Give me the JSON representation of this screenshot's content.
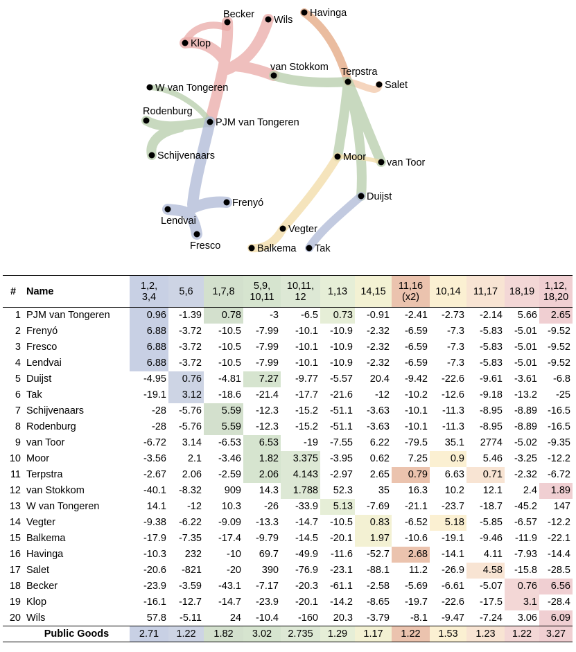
{
  "network": {
    "nodes": [
      {
        "id": "becker",
        "label": "Becker"
      },
      {
        "id": "wils",
        "label": "Wils"
      },
      {
        "id": "havinga",
        "label": "Havinga"
      },
      {
        "id": "klop",
        "label": "Klop"
      },
      {
        "id": "vanstokkom",
        "label": "van Stokkom"
      },
      {
        "id": "terpstra",
        "label": "Terpstra"
      },
      {
        "id": "salet",
        "label": "Salet"
      },
      {
        "id": "wvantongeren",
        "label": "W van Tongeren"
      },
      {
        "id": "rodenburg",
        "label": "Rodenburg"
      },
      {
        "id": "pjm",
        "label": "PJM van Tongeren"
      },
      {
        "id": "schijvenaars",
        "label": "Schijvenaars"
      },
      {
        "id": "moor",
        "label": "Moor"
      },
      {
        "id": "vantoor",
        "label": "van Toor"
      },
      {
        "id": "duijst",
        "label": "Duijst"
      },
      {
        "id": "frenyo",
        "label": "Frenyó"
      },
      {
        "id": "lendvai",
        "label": "Lendvai"
      },
      {
        "id": "fresco",
        "label": "Fresco"
      },
      {
        "id": "vegter",
        "label": "Vegter"
      },
      {
        "id": "balkema",
        "label": "Balkema"
      },
      {
        "id": "tak",
        "label": "Tak"
      }
    ],
    "colors": {
      "red": "#e9a9a7",
      "orange": "#e3a57f",
      "green": "#b5ccaa",
      "blue": "#aeb8d6",
      "yellow": "#f2dba6",
      "lightorange": "#f2c7a8"
    }
  },
  "table": {
    "header": {
      "rownum": "#",
      "name": "Name",
      "cols": [
        {
          "l1": "1,2,",
          "l2": "3,4",
          "color": "#c8d0e4"
        },
        {
          "l1": "5,6",
          "l2": "",
          "color": "#cdd4e4"
        },
        {
          "l1": "1,7,8",
          "l2": "",
          "color": "#d3e0cd"
        },
        {
          "l1": "5,9,",
          "l2": "10,11",
          "color": "#d6e4cf"
        },
        {
          "l1": "10,11,",
          "l2": "12",
          "color": "#dde8d5"
        },
        {
          "l1": "1,13",
          "l2": "",
          "color": "#e6eed7"
        },
        {
          "l1": "14,15",
          "l2": "",
          "color": "#f3f1d3"
        },
        {
          "l1": "11,16",
          "l2": "(x2)",
          "color": "#ebc3ae"
        },
        {
          "l1": "10,14",
          "l2": "",
          "color": "#fbf0d2"
        },
        {
          "l1": "11,17",
          "l2": "",
          "color": "#f8e4d3"
        },
        {
          "l1": "18,19",
          "l2": "",
          "color": "#f3d7d6"
        },
        {
          "l1": "1,12,",
          "l2": "18,20",
          "color": "#f0cfd2"
        }
      ]
    },
    "rows": [
      {
        "n": "1",
        "name": "PJM van Tongeren",
        "v": [
          "0.96",
          "-1.39",
          "0.78",
          "-3",
          "-6.5",
          "0.73",
          "-0.91",
          "-2.41",
          "-2.73",
          "-2.14",
          "5.66",
          "2.65"
        ],
        "hl": [
          0,
          2,
          5,
          11
        ]
      },
      {
        "n": "2",
        "name": "Frenyó",
        "v": [
          "6.88",
          "-3.72",
          "-10.5",
          "-7.99",
          "-10.1",
          "-10.9",
          "-2.32",
          "-6.59",
          "-7.3",
          "-5.83",
          "-5.01",
          "-9.52"
        ],
        "hl": [
          0
        ]
      },
      {
        "n": "3",
        "name": "Fresco",
        "v": [
          "6.88",
          "-3.72",
          "-10.5",
          "-7.99",
          "-10.1",
          "-10.9",
          "-2.32",
          "-6.59",
          "-7.3",
          "-5.83",
          "-5.01",
          "-9.52"
        ],
        "hl": [
          0
        ]
      },
      {
        "n": "4",
        "name": "Lendvai",
        "v": [
          "6.88",
          "-3.72",
          "-10.5",
          "-7.99",
          "-10.1",
          "-10.9",
          "-2.32",
          "-6.59",
          "-7.3",
          "-5.83",
          "-5.01",
          "-9.52"
        ],
        "hl": [
          0
        ]
      },
      {
        "n": "5",
        "name": "Duijst",
        "v": [
          "-4.95",
          "0.76",
          "-4.81",
          "7.27",
          "-9.77",
          "-5.57",
          "20.4",
          "-9.42",
          "-22.6",
          "-9.61",
          "-3.61",
          "-6.8"
        ],
        "hl": [
          1,
          3
        ]
      },
      {
        "n": "6",
        "name": "Tak",
        "v": [
          "-19.1",
          "3.12",
          "-18.6",
          "-21.4",
          "-17.7",
          "-21.6",
          "-12",
          "-10.2",
          "-12.6",
          "-9.18",
          "-13.2",
          "-25"
        ],
        "hl": [
          1
        ]
      },
      {
        "n": "7",
        "name": "Schijvenaars",
        "v": [
          "-28",
          "-5.76",
          "5.59",
          "-12.3",
          "-15.2",
          "-51.1",
          "-3.63",
          "-10.1",
          "-11.3",
          "-8.95",
          "-8.89",
          "-16.5"
        ],
        "hl": [
          2
        ]
      },
      {
        "n": "8",
        "name": "Rodenburg",
        "v": [
          "-28",
          "-5.76",
          "5.59",
          "-12.3",
          "-15.2",
          "-51.1",
          "-3.63",
          "-10.1",
          "-11.3",
          "-8.95",
          "-8.89",
          "-16.5"
        ],
        "hl": [
          2
        ]
      },
      {
        "n": "9",
        "name": "van Toor",
        "v": [
          "-6.72",
          "3.14",
          "-6.53",
          "6.53",
          "-19",
          "-7.55",
          "6.22",
          "-79.5",
          "35.1",
          "2774",
          "-5.02",
          "-9.35"
        ],
        "hl": [
          3
        ]
      },
      {
        "n": "10",
        "name": "Moor",
        "v": [
          "-3.56",
          "2.1",
          "-3.46",
          "1.82",
          "3.375",
          "-3.95",
          "0.62",
          "7.25",
          "0.9",
          "5.46",
          "-3.25",
          "-12.2"
        ],
        "hl": [
          3,
          4,
          8
        ]
      },
      {
        "n": "11",
        "name": "Terpstra",
        "v": [
          "-2.67",
          "2.06",
          "-2.59",
          "2.06",
          "4.143",
          "-2.97",
          "2.65",
          "0.79",
          "6.63",
          "0.71",
          "-2.32",
          "-6.72"
        ],
        "hl": [
          3,
          4,
          7,
          9
        ]
      },
      {
        "n": "12",
        "name": "van Stokkom",
        "v": [
          "-40.1",
          "-8.32",
          "909",
          "14.3",
          "1.788",
          "52.3",
          "35",
          "16.3",
          "10.2",
          "12.1",
          "2.4",
          "1.89"
        ],
        "hl": [
          4,
          11
        ]
      },
      {
        "n": "13",
        "name": "W van Tongeren",
        "v": [
          "14.1",
          "-12",
          "10.3",
          "-26",
          "-33.9",
          "5.13",
          "-7.69",
          "-21.1",
          "-23.7",
          "-18.7",
          "-45.2",
          "147"
        ],
        "hl": [
          5
        ]
      },
      {
        "n": "14",
        "name": "Vegter",
        "v": [
          "-9.38",
          "-6.22",
          "-9.09",
          "-13.3",
          "-14.7",
          "-10.5",
          "0.83",
          "-6.52",
          "5.18",
          "-5.85",
          "-6.57",
          "-12.2"
        ],
        "hl": [
          6,
          8
        ]
      },
      {
        "n": "15",
        "name": "Balkema",
        "v": [
          "-17.9",
          "-7.35",
          "-17.4",
          "-9.79",
          "-14.5",
          "-20.1",
          "1.97",
          "-10.6",
          "-19.1",
          "-9.46",
          "-11.9",
          "-22.1"
        ],
        "hl": [
          6
        ]
      },
      {
        "n": "16",
        "name": "Havinga",
        "v": [
          "-10.3",
          "232",
          "-10",
          "69.7",
          "-49.9",
          "-11.6",
          "-52.7",
          "2.68",
          "-14.1",
          "4.11",
          "-7.93",
          "-14.4"
        ],
        "hl": [
          7
        ]
      },
      {
        "n": "17",
        "name": "Salet",
        "v": [
          "-20.6",
          "-821",
          "-20",
          "390",
          "-76.9",
          "-23.1",
          "-88.1",
          "11.2",
          "-26.9",
          "4.58",
          "-15.8",
          "-28.5"
        ],
        "hl": [
          9
        ]
      },
      {
        "n": "18",
        "name": "Becker",
        "v": [
          "-23.9",
          "-3.59",
          "-43.1",
          "-7.17",
          "-20.3",
          "-61.1",
          "-2.58",
          "-5.69",
          "-6.61",
          "-5.07",
          "0.76",
          "6.56"
        ],
        "hl": [
          10,
          11
        ]
      },
      {
        "n": "19",
        "name": "Klop",
        "v": [
          "-16.1",
          "-12.7",
          "-14.7",
          "-23.9",
          "-20.1",
          "-14.2",
          "-8.65",
          "-19.7",
          "-22.6",
          "-17.5",
          "3.1",
          "-28.4"
        ],
        "hl": [
          10
        ]
      },
      {
        "n": "20",
        "name": "Wils",
        "v": [
          "57.8",
          "-5.11",
          "24",
          "-10.4",
          "-160",
          "20.3",
          "-3.79",
          "-8.1",
          "-9.47",
          "-7.24",
          "3.06",
          "6.09"
        ],
        "hl": [
          11
        ]
      }
    ],
    "public_goods": {
      "label": "Public Goods",
      "v": [
        "2.71",
        "1.22",
        "1.82",
        "3.02",
        "2.735",
        "1.29",
        "1.17",
        "1.22",
        "1.53",
        "1.23",
        "1.22",
        "3.27"
      ]
    }
  }
}
